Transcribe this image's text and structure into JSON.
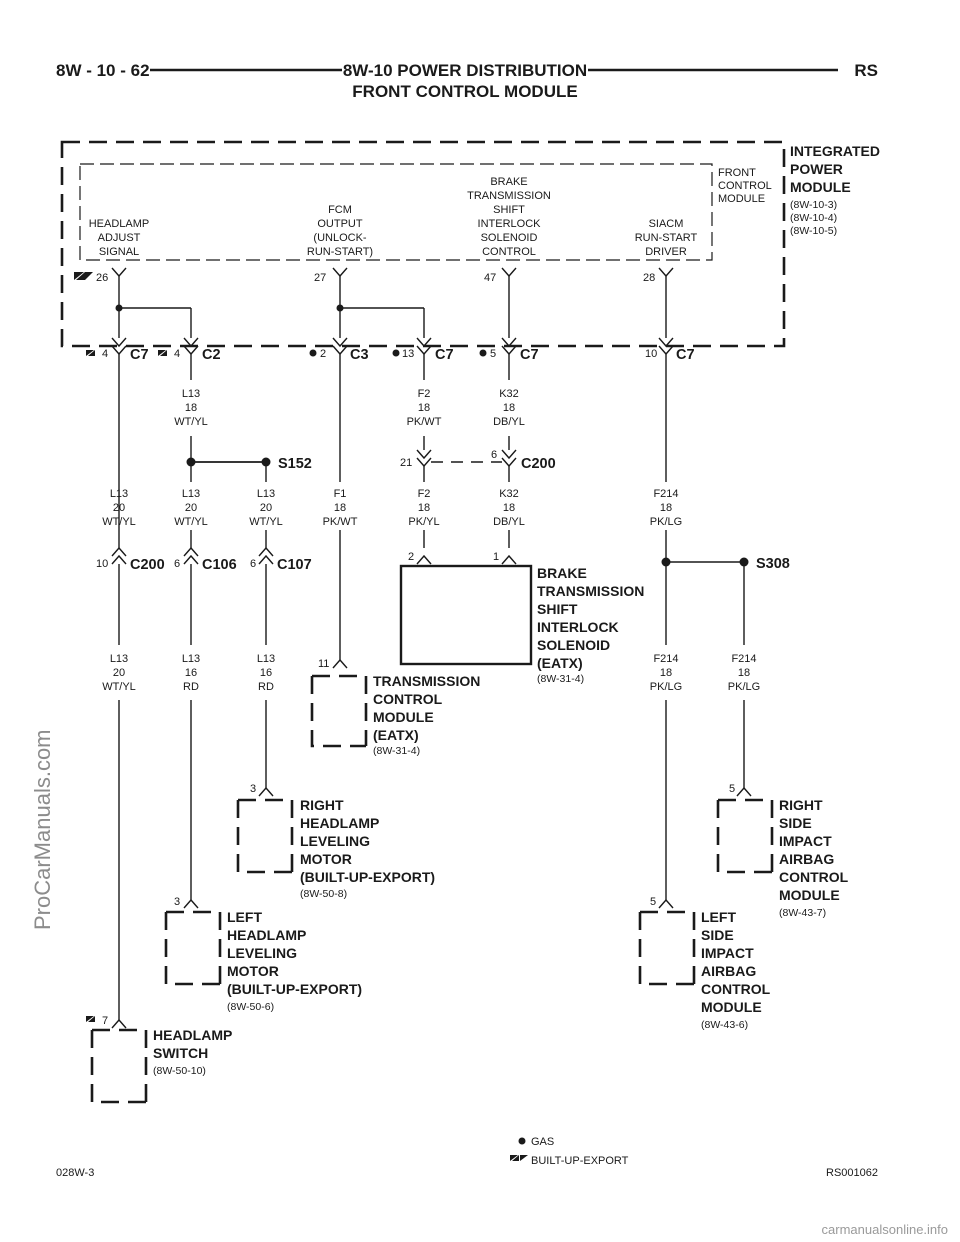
{
  "header": {
    "page_number": "8W - 10 - 62",
    "title_line1": "8W-10 POWER DISTRIBUTION",
    "title_line2": "FRONT CONTROL MODULE",
    "model_code": "RS"
  },
  "modules": {
    "ipm": {
      "name": [
        "INTEGRATED",
        "POWER",
        "MODULE"
      ],
      "refs": [
        "(8W-10-3)",
        "(8W-10-4)",
        "(8W-10-5)"
      ]
    },
    "fcm": {
      "name": [
        "FRONT",
        "CONTROL",
        "MODULE"
      ]
    },
    "functions": [
      {
        "lines": [
          "HEADLAMP",
          "ADJUST",
          "SIGNAL"
        ],
        "pin": "26"
      },
      {
        "lines": [
          "FCM",
          "OUTPUT",
          "(UNLOCK-",
          "RUN-START)"
        ],
        "pin": "27"
      },
      {
        "lines": [
          "BRAKE",
          "TRANSMISSION",
          "SHIFT",
          "INTERLOCK",
          "SOLENOID",
          "CONTROL"
        ],
        "pin": "47"
      },
      {
        "lines": [
          "SIACM",
          "RUN-START",
          "DRIVER"
        ],
        "pin": "28"
      }
    ]
  },
  "connectors": [
    {
      "id": "c7a",
      "name": "C7",
      "pin": "4"
    },
    {
      "id": "c2",
      "name": "C2",
      "pin": "4"
    },
    {
      "id": "c3",
      "name": "C3",
      "pin": "2"
    },
    {
      "id": "c7b",
      "name": "C7",
      "pin": "13"
    },
    {
      "id": "c7c",
      "name": "C7",
      "pin": "5"
    },
    {
      "id": "c7d",
      "name": "C7",
      "pin": "10"
    },
    {
      "id": "c200a",
      "name": "C200",
      "pin": "10"
    },
    {
      "id": "c106",
      "name": "C106",
      "pin": "6"
    },
    {
      "id": "c107",
      "name": "C107",
      "pin": "6"
    },
    {
      "id": "c200b",
      "name": "C200",
      "pin_left": "21",
      "pin_right": "6"
    }
  ],
  "splices": [
    {
      "id": "s152",
      "name": "S152"
    },
    {
      "id": "s308",
      "name": "S308"
    }
  ],
  "wires": {
    "w1": [
      "L13",
      "18",
      "WT/YL"
    ],
    "w2": [
      "F2",
      "18",
      "PK/WT"
    ],
    "w3": [
      "K32",
      "18",
      "DB/YL"
    ],
    "w4": [
      "L13",
      "20",
      "WT/YL"
    ],
    "w5": [
      "L13",
      "20",
      "WT/YL"
    ],
    "w6": [
      "L13",
      "20",
      "WT/YL"
    ],
    "w7": [
      "F1",
      "18",
      "PK/WT"
    ],
    "w8": [
      "F2",
      "18",
      "PK/YL"
    ],
    "w9": [
      "K32",
      "18",
      "DB/YL"
    ],
    "w10": [
      "F214",
      "18",
      "PK/LG"
    ],
    "w11": [
      "L13",
      "20",
      "WT/YL"
    ],
    "w12": [
      "L13",
      "16",
      "RD"
    ],
    "w13": [
      "L13",
      "16",
      "RD"
    ],
    "w14": [
      "F214",
      "18",
      "PK/LG"
    ],
    "w15": [
      "F214",
      "18",
      "PK/LG"
    ]
  },
  "components": {
    "btsi": {
      "name": [
        "BRAKE",
        "TRANSMISSION",
        "SHIFT",
        "INTERLOCK",
        "SOLENOID",
        "(EATX)"
      ],
      "ref": "(8W-31-4)",
      "pin_a": "2",
      "pin_b": "1"
    },
    "tcm": {
      "name": [
        "TRANSMISSION",
        "CONTROL",
        "MODULE",
        "(EATX)"
      ],
      "ref": "(8W-31-4)",
      "pin": "11"
    },
    "rhlm": {
      "name": [
        "RIGHT",
        "HEADLAMP",
        "LEVELING",
        "MOTOR",
        "(BUILT-UP-EXPORT)"
      ],
      "ref": "(8W-50-8)",
      "pin": "3"
    },
    "lhlm": {
      "name": [
        "LEFT",
        "HEADLAMP",
        "LEVELING",
        "MOTOR",
        "(BUILT-UP-EXPORT)"
      ],
      "ref": "(8W-50-6)",
      "pin": "3"
    },
    "hsw": {
      "name": [
        "HEADLAMP",
        "SWITCH"
      ],
      "ref": "(8W-50-10)",
      "pin": "7"
    },
    "rsiacm": {
      "name": [
        "RIGHT",
        "SIDE",
        "IMPACT",
        "AIRBAG",
        "CONTROL",
        "MODULE"
      ],
      "ref": "(8W-43-7)",
      "pin": "5"
    },
    "lsiacm": {
      "name": [
        "LEFT",
        "SIDE",
        "IMPACT",
        "AIRBAG",
        "CONTROL",
        "MODULE"
      ],
      "ref": "(8W-43-6)",
      "pin": "5"
    }
  },
  "legend": {
    "gas": "GAS",
    "export": "BUILT-UP-EXPORT"
  },
  "footer": {
    "left": "028W-3",
    "right": "RS001062"
  },
  "watermarks": {
    "side": "ProCarManuals.com",
    "bottom": "carmanualsonline.info"
  }
}
